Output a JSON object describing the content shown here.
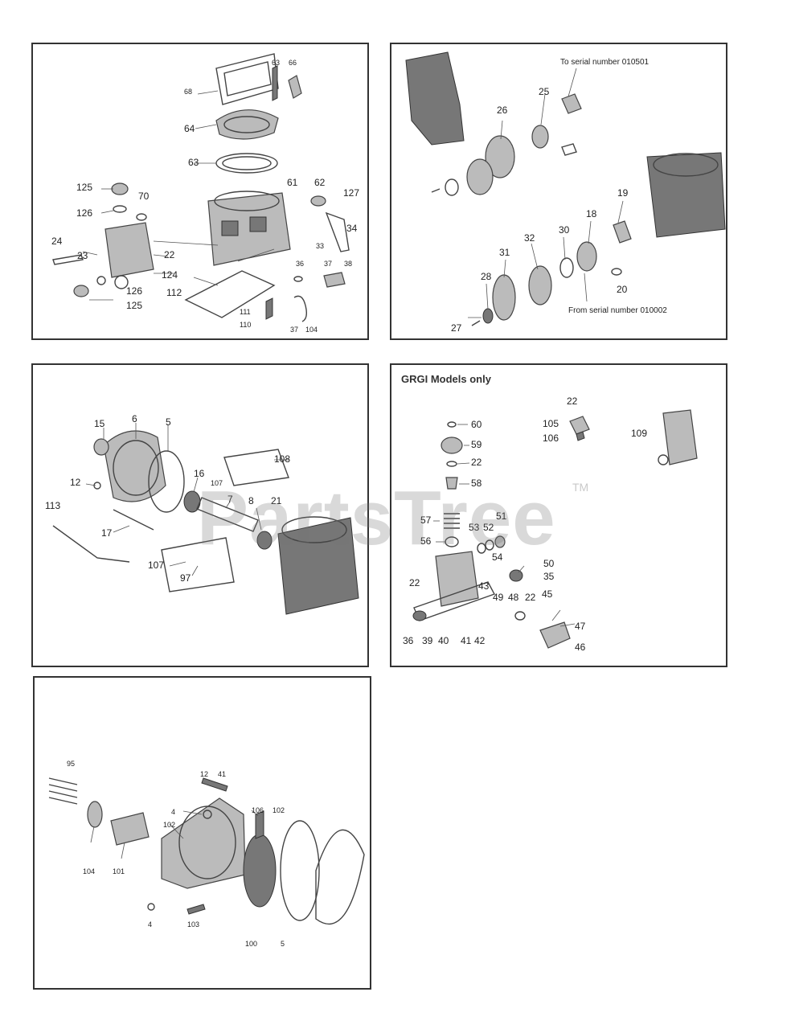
{
  "watermark": "PartsTree",
  "trademark": "TM",
  "panels": {
    "p1": {
      "labels": [
        "68",
        "63",
        "66",
        "64",
        "63",
        "125",
        "70",
        "61",
        "62",
        "127",
        "126",
        "24",
        "22",
        "34",
        "23",
        "33",
        "124",
        "36",
        "37",
        "38",
        "126",
        "125",
        "112",
        "111",
        "110",
        "37",
        "104"
      ]
    },
    "p2": {
      "note_top": "To serial number 010501",
      "note_bottom": "From serial number 010002",
      "labels": [
        "25",
        "26",
        "19",
        "18",
        "30",
        "32",
        "31",
        "20",
        "28",
        "27"
      ]
    },
    "p3": {
      "labels": [
        "15",
        "6",
        "5",
        "108",
        "12",
        "16",
        "107",
        "7",
        "8",
        "21",
        "113",
        "17",
        "107",
        "97"
      ]
    },
    "p4": {
      "title": "GRGI Models only",
      "labels": [
        "22",
        "60",
        "105",
        "106",
        "109",
        "59",
        "22",
        "58",
        "57",
        "53",
        "52",
        "51",
        "56",
        "54",
        "50",
        "35",
        "22",
        "43",
        "49",
        "48",
        "22",
        "45",
        "47",
        "36",
        "39",
        "40",
        "41",
        "42",
        "46"
      ]
    },
    "p5": {
      "labels": [
        "95",
        "12",
        "41",
        "4",
        "102",
        "106",
        "102",
        "104",
        "101",
        "4",
        "103",
        "100",
        "5"
      ]
    }
  }
}
